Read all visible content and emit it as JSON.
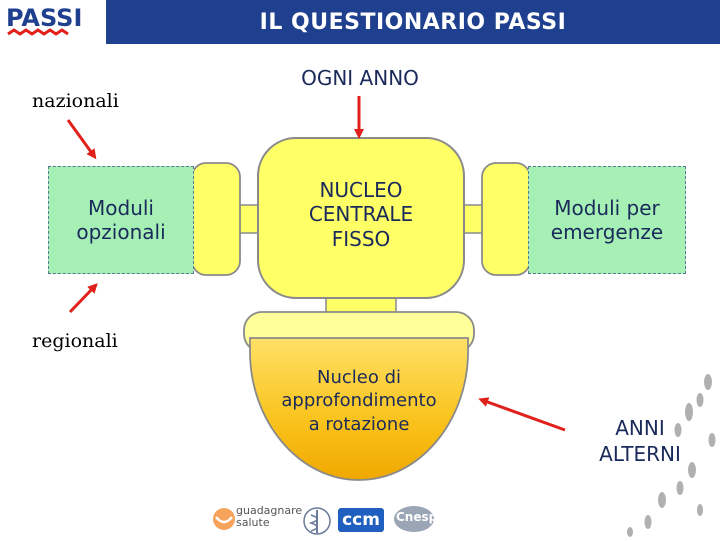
{
  "title": "IL QUESTIONARIO PASSI",
  "logo": {
    "text": "PASSI"
  },
  "top_label": "OGNI ANNO",
  "left_top_label": "nazionali",
  "left_bottom_label": "regionali",
  "modules": {
    "left": "Moduli opzionali",
    "center": [
      "NUCLEO",
      "CENTRALE",
      "FISSO"
    ],
    "right": "Moduli per emergenze",
    "bottom": [
      "Nucleo di",
      "approfondimento",
      "a rotazione"
    ]
  },
  "right_bottom_label": [
    "ANNI",
    "ALTERNI"
  ],
  "footer_logos": {
    "guadagnare": [
      "guadagnare",
      "salute"
    ],
    "ccm": "ccm",
    "cnesps": "Cnesps"
  },
  "colors": {
    "title_bar": "#1f3f8f",
    "green_box": "#a6f0b5",
    "yellow": "#ffff66",
    "orange": "#f7b500",
    "arrow_red": "#e0201a",
    "text_blue": "#1a2a5a"
  }
}
